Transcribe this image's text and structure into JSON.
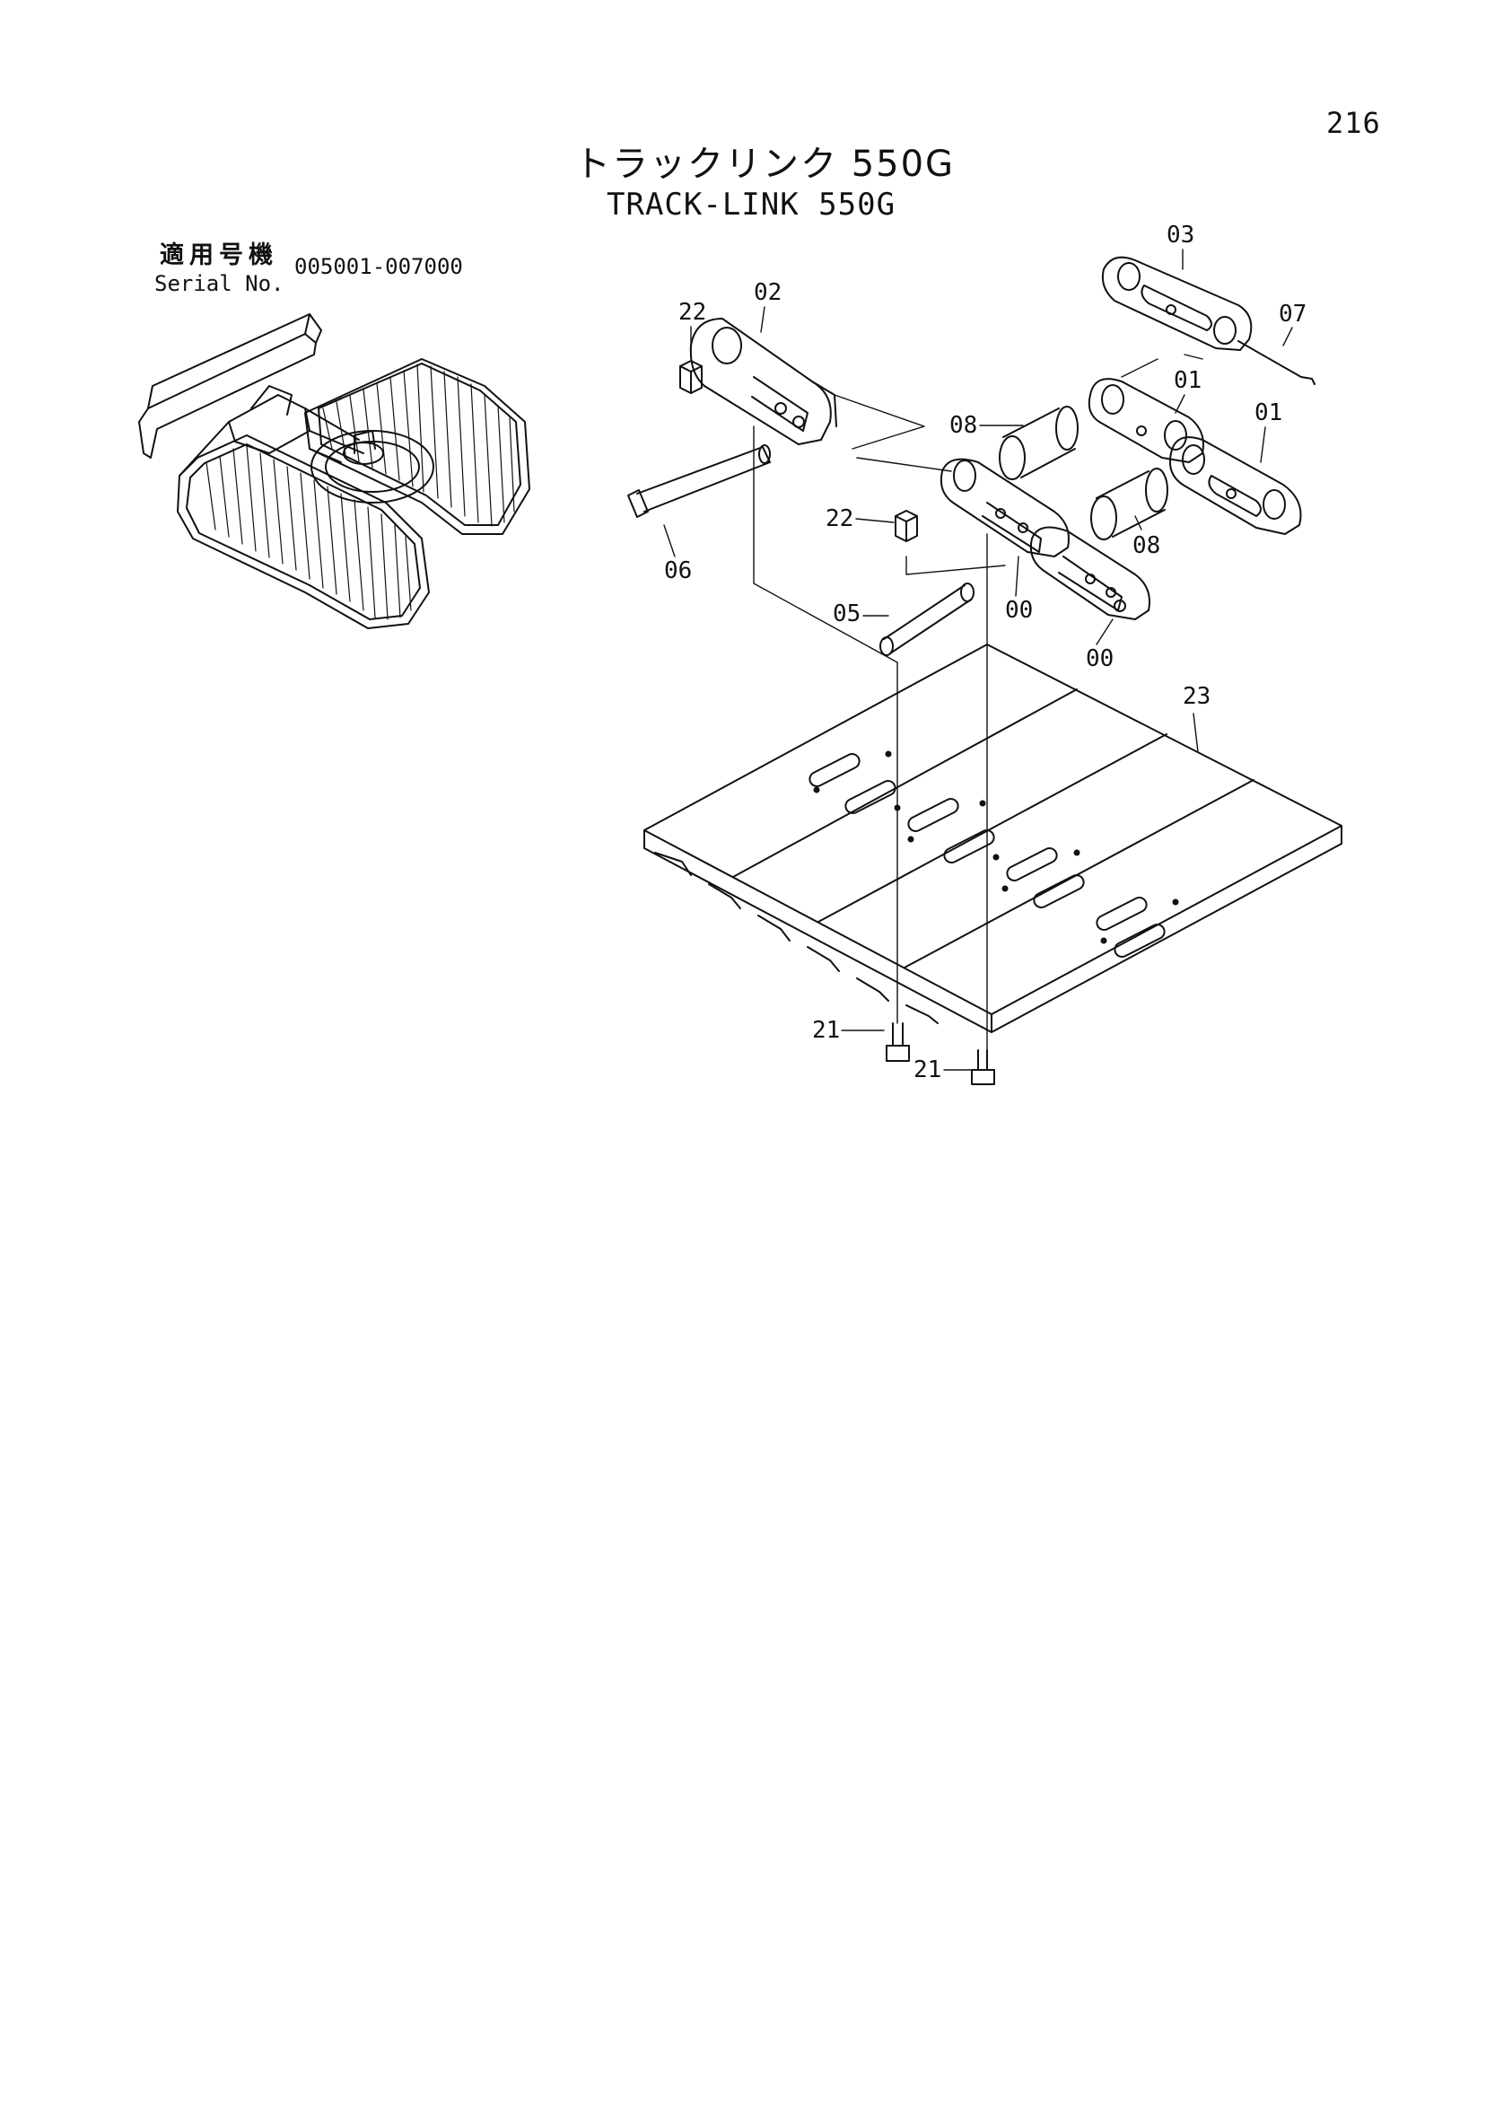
{
  "page_number": "216",
  "title_jp": "トラックリンク 550G",
  "title_en": "TRACK-LINK 550G",
  "applicable_label_jp": "適用号機",
  "serial_label": "Serial No.",
  "serial_range": "005001-007000",
  "callouts": {
    "c03": "03",
    "c07": "07",
    "c02": "02",
    "c22a": "22",
    "c01a": "01",
    "c01b": "01",
    "c08a": "08",
    "c08b": "08",
    "c22b": "22",
    "c06": "06",
    "c05": "05",
    "c00a": "00",
    "c00b": "00",
    "c23": "23",
    "c21a": "21",
    "c21b": "21"
  }
}
